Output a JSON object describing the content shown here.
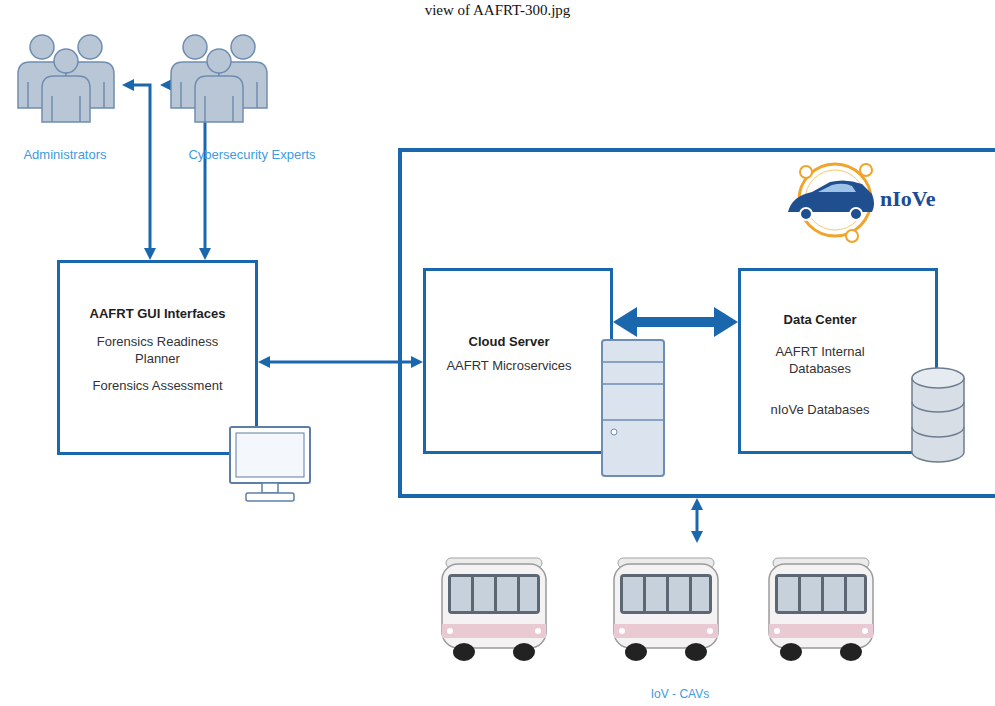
{
  "diagram": {
    "title": "view of AAFRT-300.jpg",
    "nodes": [
      {
        "text": [
          "Administrators"
        ]
      },
      {
        "text": [
          "Cybersecurity Experts"
        ]
      },
      {
        "text": [
          "AAFRT GUI Interfaces",
          "Forensics Readiness Planner",
          "Forensics Assessment"
        ]
      },
      {
        "text": [
          "nIoVe"
        ]
      },
      {
        "text": [
          "Cloud Server",
          "AAFRT Microservices"
        ],
        "in": 3
      },
      {
        "text": [
          "Data Center",
          "AAFRT Internal Databases",
          "nIoVe Databases"
        ],
        "in": 3
      },
      {
        "text": [
          "IoV - CAVs"
        ]
      }
    ],
    "edges": [
      {
        "from": 0,
        "to": 2,
        "arrow": "both"
      },
      {
        "from": 1,
        "to": 2,
        "arrow": "both"
      },
      {
        "from": 2,
        "to": 4,
        "arrow": "both"
      },
      {
        "from": 4,
        "to": 5,
        "arrow": "both"
      },
      {
        "from": 3,
        "to": 6,
        "arrow": "both"
      }
    ]
  }
}
